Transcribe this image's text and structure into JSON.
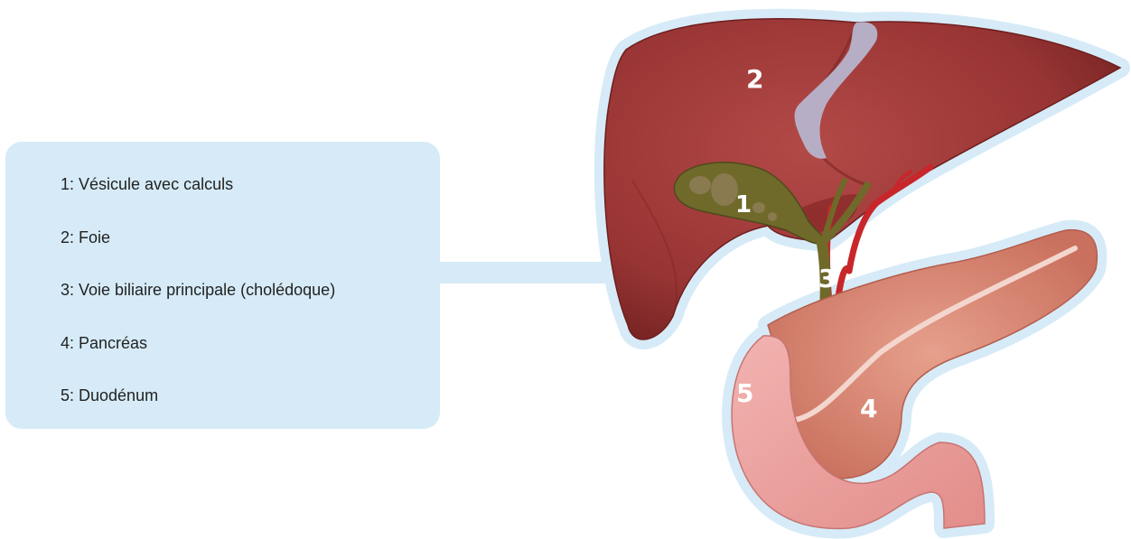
{
  "legend": {
    "items": [
      "1:  Vésicule avec calculs",
      "2:  Foie",
      "3: Voie biliaire principale (cholédoque)",
      "4: Pancréas",
      "5: Duodénum"
    ]
  },
  "labels": {
    "gallbladder": "1",
    "liver": "2",
    "bile_duct": "3",
    "pancreas": "4",
    "duodenum": "5"
  },
  "colors": {
    "legend_background": "#d6ebf7",
    "halo": "#d6ebf7",
    "liver": "#9e3636",
    "liver_dark": "#7d2626",
    "ligament": "#b7b4cc",
    "gallbladder": "#6f6a2a",
    "stones": "#8a7a50",
    "artery": "#c8262a",
    "pancreas": "#d98a7a",
    "duodenum": "#eba5a2"
  }
}
